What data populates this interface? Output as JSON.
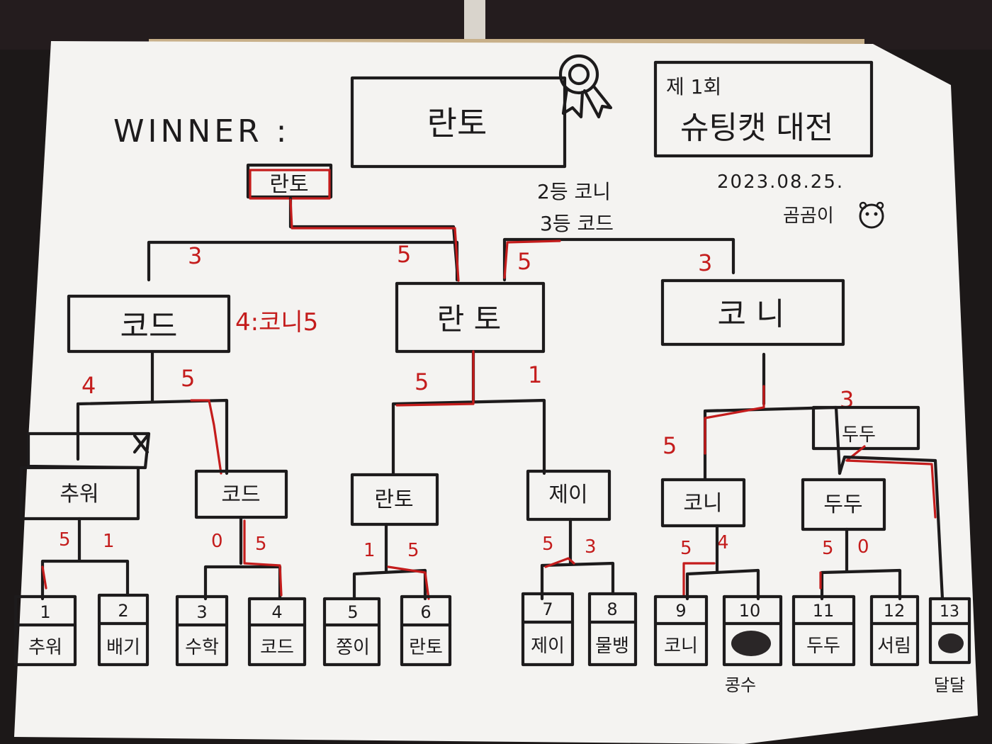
{
  "winner_label": "WINNER :",
  "winner_name": "란토",
  "title_line1": "제 1회",
  "title_line2": "슈팅캣 대전",
  "date": "2023.08.25.",
  "author": "곰곰이",
  "runner_up": "2등 코니",
  "third_place": "3등 코드",
  "final_box": "란토",
  "semifinal": {
    "left": "코드",
    "middle": "란 토",
    "right": "코 니",
    "left_note": "4:코니5"
  },
  "final_scores": {
    "left": "3",
    "right": "5"
  },
  "semi_scores": {
    "left": "5",
    "right": "3"
  },
  "quarter_scores": [
    {
      "left": "4",
      "right": "5"
    },
    {
      "left": "5",
      "right": "1"
    },
    {
      "left": "5",
      "right": "3"
    }
  ],
  "quarter_extra_box": "두두",
  "round2": [
    {
      "name": "추워",
      "left": "5",
      "right": "1"
    },
    {
      "name": "코드",
      "left": "0",
      "right": "5"
    },
    {
      "name": "란토",
      "left": "1",
      "right": "5"
    },
    {
      "name": "제이",
      "left": "5",
      "right": "3"
    },
    {
      "name": "코니",
      "left": "5",
      "right": "4"
    },
    {
      "name": "두두",
      "left": "5",
      "right": "0"
    }
  ],
  "players": [
    {
      "num": "1",
      "name": "추워"
    },
    {
      "num": "2",
      "name": "배기"
    },
    {
      "num": "3",
      "name": "수학"
    },
    {
      "num": "4",
      "name": "코드"
    },
    {
      "num": "5",
      "name": "쫑이"
    },
    {
      "num": "6",
      "name": "란토"
    },
    {
      "num": "7",
      "name": "제이"
    },
    {
      "num": "8",
      "name": "물뱅"
    },
    {
      "num": "9",
      "name": "코니"
    },
    {
      "num": "10",
      "name": "콩수"
    },
    {
      "num": "11",
      "name": "두두"
    },
    {
      "num": "12",
      "name": "서림"
    },
    {
      "num": "13",
      "name": "달달"
    }
  ],
  "colors": {
    "ink": "#1d1b1c",
    "red_ink": "#c41c1c",
    "paper": "#f4f3f1"
  }
}
